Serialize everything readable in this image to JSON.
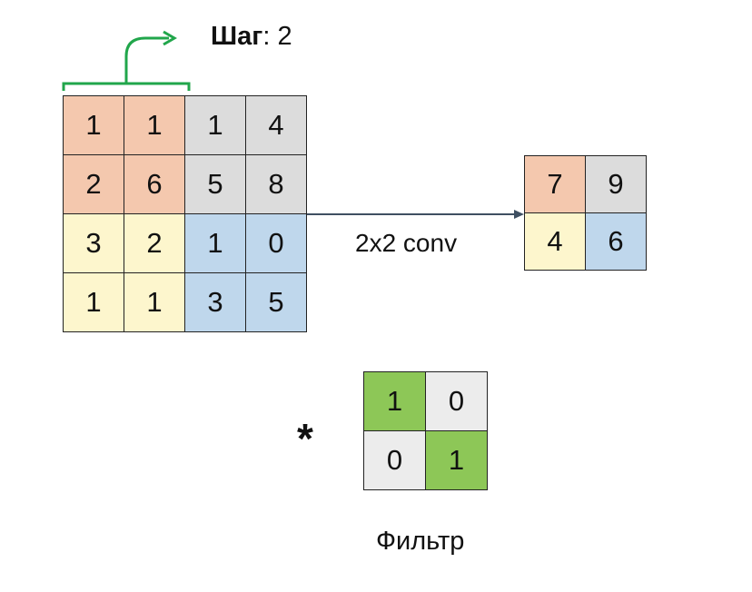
{
  "stride": {
    "label": "Шаг",
    "separator": ":",
    "value": "2"
  },
  "operation_label": "2x2 conv",
  "operator_symbol": "*",
  "filter_label": "Фильтр",
  "colors": {
    "orange": "#f4c8ae",
    "gray": "#dcdcdc",
    "yellow": "#fdf6cd",
    "blue": "#bfd7ec",
    "green": "#8dc757",
    "light_gray": "#ececec",
    "bracket": "#21a64b",
    "arrow": "#3f5062"
  },
  "input_matrix": [
    [
      {
        "v": "1",
        "c": "orange"
      },
      {
        "v": "1",
        "c": "orange"
      },
      {
        "v": "1",
        "c": "gray"
      },
      {
        "v": "4",
        "c": "gray"
      }
    ],
    [
      {
        "v": "2",
        "c": "orange"
      },
      {
        "v": "6",
        "c": "orange"
      },
      {
        "v": "5",
        "c": "gray"
      },
      {
        "v": "8",
        "c": "gray"
      }
    ],
    [
      {
        "v": "3",
        "c": "yellow"
      },
      {
        "v": "2",
        "c": "yellow"
      },
      {
        "v": "1",
        "c": "blue"
      },
      {
        "v": "0",
        "c": "blue"
      }
    ],
    [
      {
        "v": "1",
        "c": "yellow"
      },
      {
        "v": "1",
        "c": "yellow"
      },
      {
        "v": "3",
        "c": "blue"
      },
      {
        "v": "5",
        "c": "blue"
      }
    ]
  ],
  "output_matrix": [
    [
      {
        "v": "7",
        "c": "orange"
      },
      {
        "v": "9",
        "c": "gray"
      }
    ],
    [
      {
        "v": "4",
        "c": "yellow"
      },
      {
        "v": "6",
        "c": "blue"
      }
    ]
  ],
  "filter_matrix": [
    [
      {
        "v": "1",
        "c": "green"
      },
      {
        "v": "0",
        "c": "light_gray"
      }
    ],
    [
      {
        "v": "0",
        "c": "light_gray"
      },
      {
        "v": "1",
        "c": "green"
      }
    ]
  ]
}
